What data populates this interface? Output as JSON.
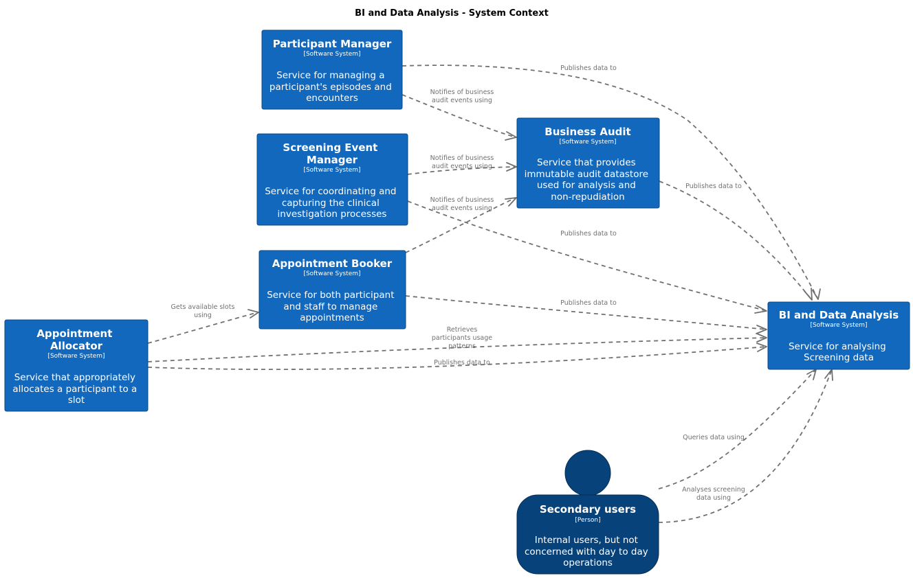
{
  "diagram": {
    "title": "BI and Data Analysis - System Context"
  },
  "nodes": {
    "participant_manager": {
      "name": "Participant Manager",
      "type": "[Software System]",
      "desc": [
        "Service for managing a",
        "participant's episodes and",
        "encounters"
      ]
    },
    "screening_event_manager": {
      "name": [
        "Screening Event",
        "Manager"
      ],
      "type": "[Software System]",
      "desc": [
        "Service for coordinating and",
        "capturing the clinical",
        "investigation processes"
      ]
    },
    "appointment_booker": {
      "name": "Appointment Booker",
      "type": "[Software System]",
      "desc": [
        "Service for both participant",
        "and staff to manage",
        "appointments"
      ]
    },
    "appointment_allocator": {
      "name": [
        "Appointment",
        "Allocator"
      ],
      "type": "[Software System]",
      "desc": [
        "Service that appropriately",
        "allocates a participant to a",
        "slot"
      ]
    },
    "business_audit": {
      "name": "Business Audit",
      "type": "[Software System]",
      "desc": [
        "Service that provides",
        "immutable audit datastore",
        "used for analysis and",
        "non-repudiation"
      ]
    },
    "bi_data_analysis": {
      "name": "BI and Data Analysis",
      "type": "[Software System]",
      "desc": [
        "Service for analysing",
        "Screening data"
      ]
    },
    "secondary_users": {
      "name": "Secondary users",
      "type": "[Person]",
      "desc": [
        "Internal users, but not",
        "concerned with day to day",
        "operations"
      ]
    }
  },
  "edges": {
    "pm_to_bi": [
      "Publishes data to"
    ],
    "pm_to_audit": [
      "Notifies of business",
      "audit events using"
    ],
    "sem_to_audit": [
      "Notifies of business",
      "audit events using"
    ],
    "ab_to_audit": [
      "Notifies of business",
      "audit events using"
    ],
    "audit_to_bi": [
      "Publishes data to"
    ],
    "sem_to_bi": [
      "Publishes data to"
    ],
    "ab_to_bi": [
      "Publishes data to"
    ],
    "alloc_to_ab": [
      "Gets available slots",
      "using"
    ],
    "alloc_retrieves_bi": [
      "Retrieves",
      "participants usage",
      "patterns"
    ],
    "alloc_publishes_bi": [
      "Publishes data to"
    ],
    "users_query_bi": [
      "Queries data using"
    ],
    "users_analyse_bi": [
      "Analyses screening",
      "data using"
    ]
  }
}
